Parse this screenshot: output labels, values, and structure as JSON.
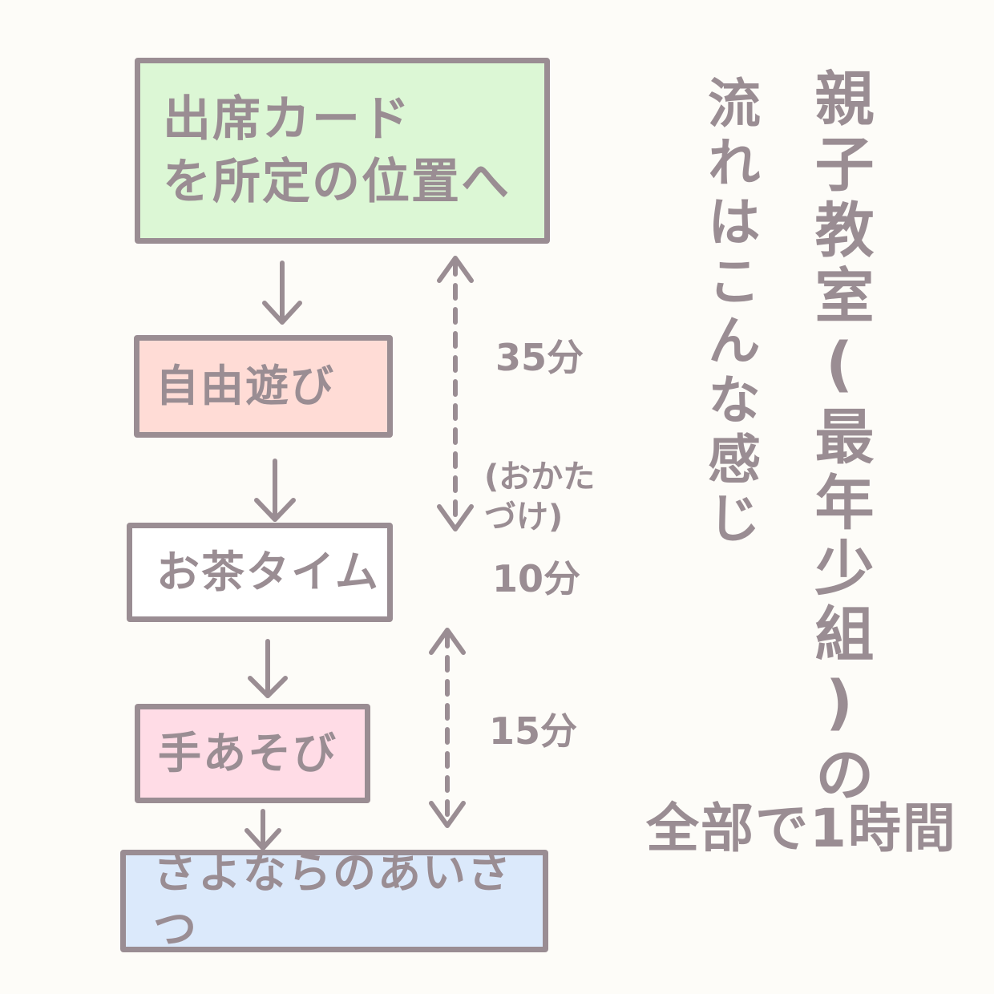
{
  "colors": {
    "ink": "#9a8d93",
    "green": "#dcf7d5",
    "red": "#ffdcd6",
    "white": "#ffffff",
    "pink": "#ffdce6",
    "blue": "#dbe9fb"
  },
  "steps": [
    {
      "id": "attendance",
      "label": "出席カード\nを所定の位置へ"
    },
    {
      "id": "free-play",
      "label": "自由遊び"
    },
    {
      "id": "tea-time",
      "label": "お茶タイム"
    },
    {
      "id": "hand-play",
      "label": "手あそび"
    },
    {
      "id": "goodbye",
      "label": "さよならのあいさつ"
    }
  ],
  "durations": {
    "first": "35分",
    "first_note": "(おかた\n   づけ)",
    "second": "10分",
    "third": "15分"
  },
  "title": {
    "line1": "親子教室(最年少組)の",
    "line2": "流れはこんな感じ"
  },
  "total": "全部で1時間"
}
